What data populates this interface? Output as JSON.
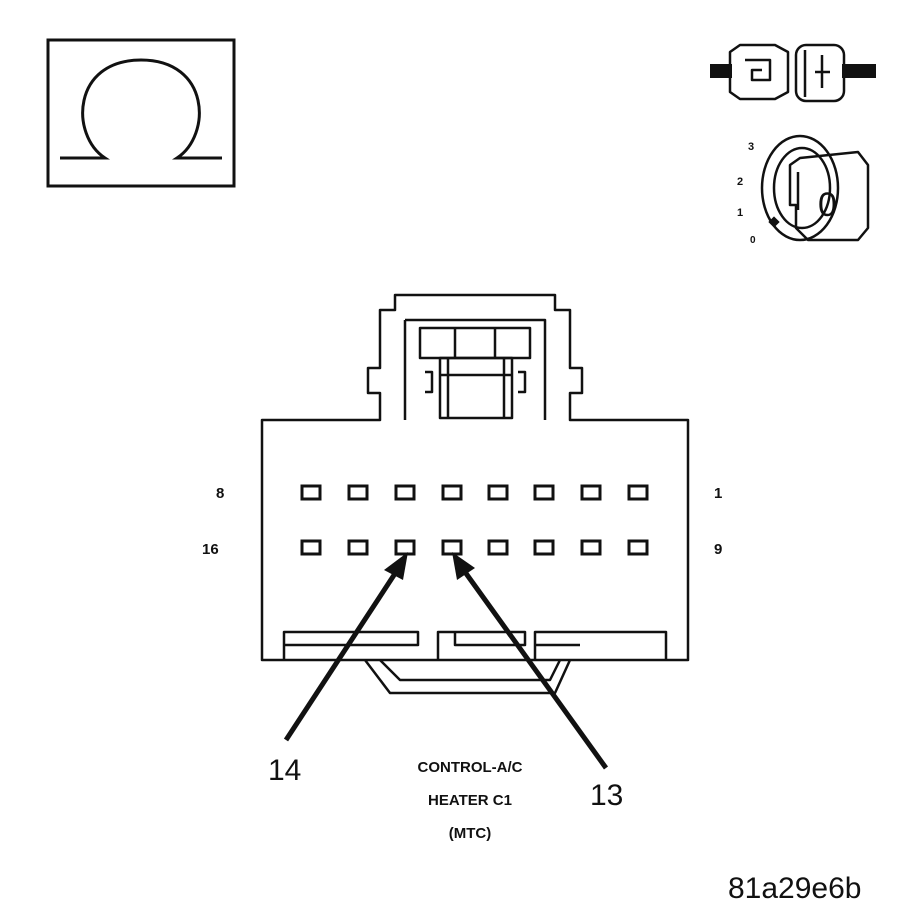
{
  "icons": {
    "ohm": "ohmmeter-icon",
    "disconnect": "disconnect-connector-icon",
    "ignition": "ignition-key-off-icon"
  },
  "ignition": {
    "positions": [
      "3",
      "2",
      "1",
      "0"
    ],
    "key_label": "0"
  },
  "connector": {
    "row1_left": "8",
    "row1_right": "1",
    "row2_left": "16",
    "row2_right": "9",
    "pin_14": "14",
    "pin_13": "13",
    "title_lines": [
      "CONTROL-A/C",
      "HEATER C1",
      "(MTC)"
    ]
  },
  "figure_id": "81a29e6b"
}
